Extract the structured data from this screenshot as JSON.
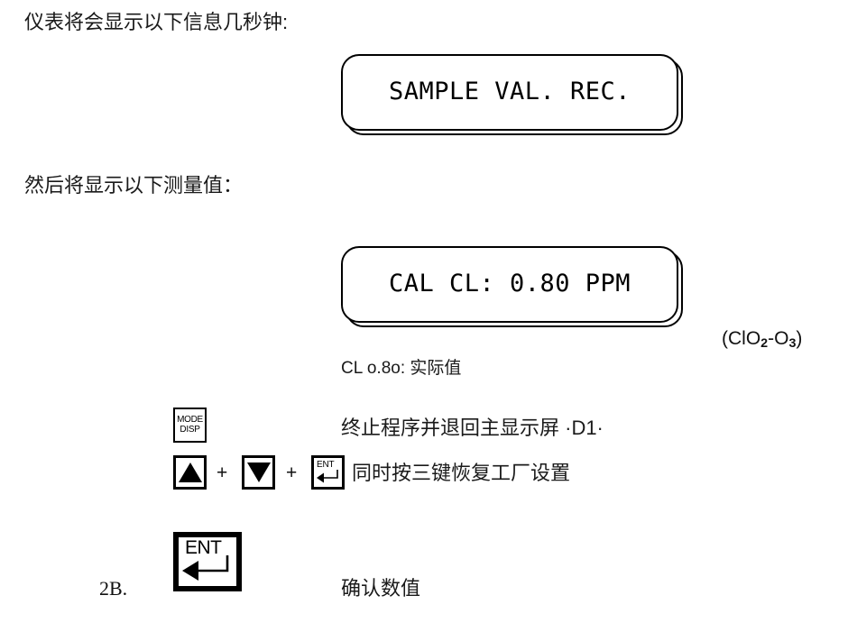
{
  "page": {
    "intro_line": "仪表将会显示以下信息几秒钟:",
    "second_line": "然后将显示以下测量值：",
    "actual_value_note": "CL o.8o: 实际值",
    "formula_prefix": "(ClO",
    "formula_sub1": "2",
    "formula_mid": "-O",
    "formula_sub2": "3",
    "formula_suffix": ")"
  },
  "displays": [
    {
      "id": "sample-val-rec",
      "text": "SAMPLE VAL. REC."
    },
    {
      "id": "cal-cl-reading",
      "text": "CAL CL: 0.80 PPM",
      "parameter": "CAL CL",
      "value": "0.80",
      "unit": "PPM"
    }
  ],
  "keypad": {
    "mode_disp": {
      "line1": "MODE",
      "line2": "DISP",
      "description": "终止程序并退回主显示屏 ·D1·"
    },
    "up_label": "▲",
    "down_label": "▼",
    "ent_label": "ENT",
    "plus_1": "+",
    "plus_2": "+",
    "combo_description": "同时按三键恢复工厂设置"
  },
  "step": {
    "number": "2B.",
    "ent_label": "ENT",
    "description": "确认数值"
  }
}
